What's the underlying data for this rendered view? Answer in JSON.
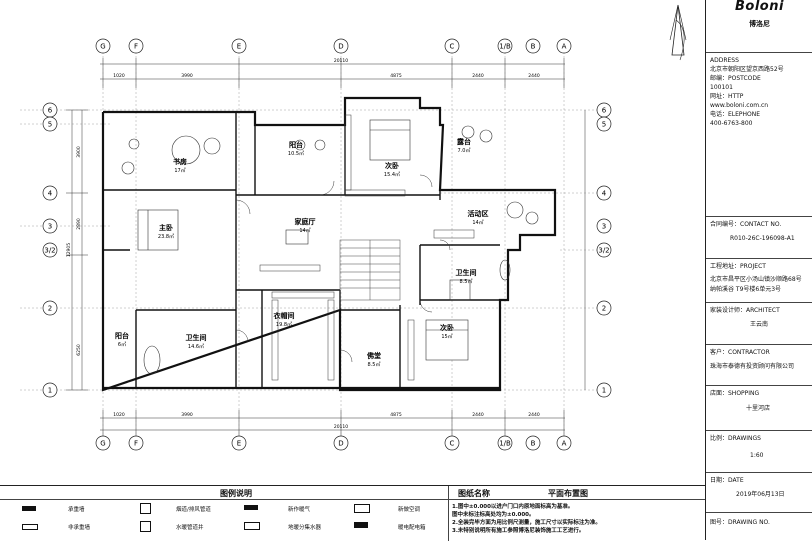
{
  "title_block": {
    "brand": "Boloni",
    "brand_cn": "博洛尼",
    "address_label": "ADDRESS",
    "address_value": "北京市朝阳区望京西路52号",
    "postcode_label": "邮编：POSTCODE",
    "postcode_value": "100101",
    "http_label": "网址：HTTP",
    "http_value": "www.boloni.com.cn",
    "phone_label": "电话：ELEPHONE",
    "phone_value": "400-6763-800",
    "contact_label": "合同编号：CONTACT NO.",
    "contact_value": "R010-26C-196098-A1",
    "project_label": "工程地址：PROJECT",
    "project_value_1": "北京市昌平区小汤山镇沙顺路68号",
    "project_value_2": "纳帕溪谷 T9号楼6单元3号",
    "architect_label": "家装设计师：ARCHITECT",
    "architect_value": "王云南",
    "contractor_label": "客户：CONTRACTOR",
    "contractor_value": "珠海市泰德有投资顾问有限公司",
    "shopping_label": "店面：SHOPPING",
    "shopping_value": "十里河店",
    "drawings_label": "比例：DRAWINGS",
    "drawings_value": "1:60",
    "date_label": "日期：DATE",
    "date_value": "2019年06月13日",
    "drawing_no_label": "图号：DRAWING NO."
  },
  "legend": {
    "heading": "图例说明",
    "items": [
      "承重墙",
      "烟道/排风管道",
      "新作暖气",
      "新做空调",
      "非承重墙",
      "水暖管道井",
      "地暖分集水器",
      "暖电配电箱"
    ],
    "drawing_name_label": "图纸名称",
    "drawing_name_value": "平面布置图",
    "notes": [
      "1.图中±0.000以进户门口内原地面标高为基准。",
      "  图中未标注标高处均为±0.000。",
      "2.全装完毕方面为用比例尺测量，施工尺寸以实际标注为准。",
      "3.未特别说明所有施工参照博洛尼装饰施工工艺进行。"
    ]
  },
  "plan": {
    "grid_top": [
      "G",
      "F",
      "E",
      "D",
      "C",
      "1/B",
      "B",
      "A"
    ],
    "grid_side": [
      "6",
      "5",
      "4",
      "3",
      "3/2",
      "2",
      "1"
    ],
    "dims_top": [
      "1020",
      "3990",
      "20110",
      "4875",
      "2440",
      "2440"
    ],
    "dims_bottom": [
      "1020",
      "3990",
      "20110",
      "4875",
      "2440",
      "2440"
    ],
    "dims_left": [
      "3900",
      "2890",
      "12905",
      "6250"
    ],
    "rooms": [
      {
        "name": "书房",
        "area": "17㎡"
      },
      {
        "name": "阳台",
        "area": "10.5㎡"
      },
      {
        "name": "次卧",
        "area": "15.4㎡"
      },
      {
        "name": "露台",
        "area": "7.0㎡"
      },
      {
        "name": "家庭厅",
        "area": "14㎡"
      },
      {
        "name": "活动区",
        "area": "14㎡"
      },
      {
        "name": "主卧",
        "area": "23.8㎡"
      },
      {
        "name": "卫生间",
        "area": "8.5㎡"
      },
      {
        "name": "衣帽间",
        "area": "19.8㎡"
      },
      {
        "name": "阳台",
        "area": "6㎡"
      },
      {
        "name": "卫生间",
        "area": "14.6㎡"
      },
      {
        "name": "佛堂",
        "area": "8.5㎡"
      },
      {
        "name": "次卧",
        "area": "15㎡"
      }
    ]
  }
}
